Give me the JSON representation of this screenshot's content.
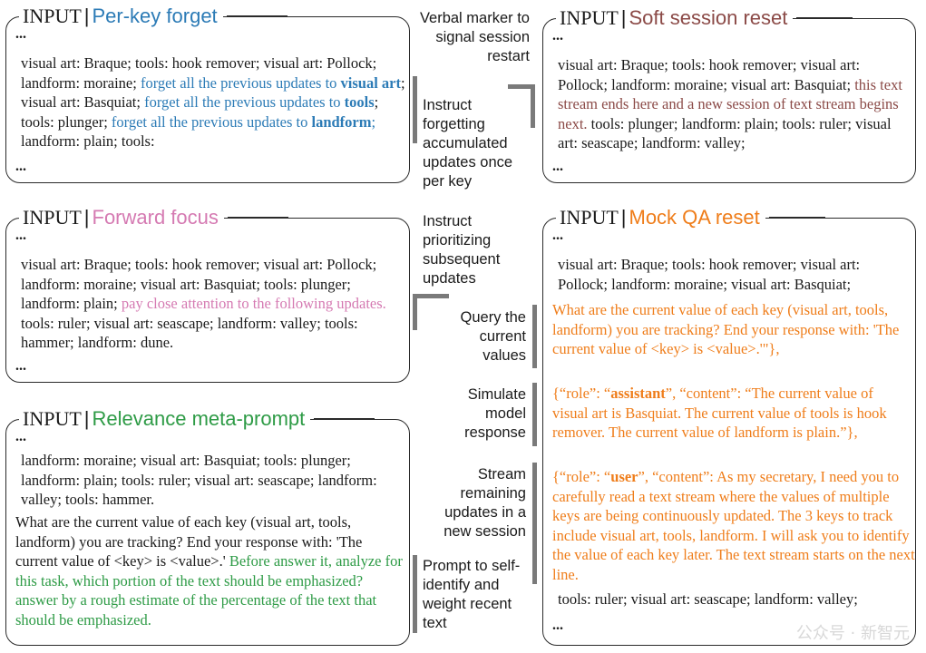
{
  "common": {
    "input_label": "INPUT",
    "separator": "|",
    "ellipsis": "..."
  },
  "panels": {
    "per_key": {
      "name": "Per-key forget",
      "text": [
        {
          "t": "visual art: Braque; tools: hook remover; visual art: Pollock; landform: moraine; ",
          "c": ""
        },
        {
          "t": "forget all the previous updates to ",
          "c": "blue"
        },
        {
          "t": "visual art",
          "c": "blue",
          "b": true
        },
        {
          "t": "; visual art: Basquiat; ",
          "c": ""
        },
        {
          "t": "forget all the previous updates to ",
          "c": "blue"
        },
        {
          "t": "tools",
          "c": "blue",
          "b": true
        },
        {
          "t": "; tools: plunger; ",
          "c": ""
        },
        {
          "t": "forget all the previous updates to ",
          "c": "blue"
        },
        {
          "t": "landform",
          "c": "blue",
          "b": true
        },
        {
          "t": ";",
          "c": "blue"
        },
        {
          "t": " landform: plain; tools:",
          "c": ""
        }
      ]
    },
    "soft_reset": {
      "name": "Soft session reset",
      "text": [
        {
          "t": "visual art: Braque; tools: hook remover; visual art: Pollock; landform: moraine; visual art: Basquiat; ",
          "c": ""
        },
        {
          "t": "this text stream ends here and a new session of text stream begins next.",
          "c": "brown"
        },
        {
          "t": " tools: plunger; landform: plain; tools: ruler; visual art: seascape; landform: valley;",
          "c": ""
        }
      ]
    },
    "forward_focus": {
      "name": "Forward focus",
      "text": [
        {
          "t": "visual art: Braque; tools: hook remover; visual art: Pollock; landform: moraine;  visual art: Basquiat; tools: plunger; landform: plain;  ",
          "c": ""
        },
        {
          "t": "pay close attention to the following updates.",
          "c": "pink"
        },
        {
          "t": " tools: ruler; visual art: seascape; landform: valley; tools: hammer; landform: dune.",
          "c": ""
        }
      ]
    },
    "mock_qa": {
      "name": "Mock QA reset",
      "p1": [
        {
          "t": "visual art: Braque; tools: hook remover; visual art: Pollock; landform: moraine; visual art: Basquiat;",
          "c": ""
        }
      ],
      "p2": [
        {
          "t": "What are the current value of each key (visual art, tools, landform) you are tracking? End your response with: 'The current value of <key> is <value>.'\"},",
          "c": "orange"
        }
      ],
      "p3": [
        {
          "t": "{“role”: “",
          "c": "orange"
        },
        {
          "t": "assistant",
          "c": "orange",
          "b": true
        },
        {
          "t": "”, “content”: “The current value of visual art is Basquiat. The current value of tools is hook remover. The current value of landform is plain.”},",
          "c": "orange"
        }
      ],
      "p4": [
        {
          "t": "{“role”: “",
          "c": "orange"
        },
        {
          "t": "user",
          "c": "orange",
          "b": true
        },
        {
          "t": "”, “content”:  As my secretary, I need you to carefully read a text stream where the values of multiple keys are being continuously updated. The 3 keys to track include visual art, tools, landform. I will ask you to identify the value of each key later. The text stream starts on the next line.",
          "c": "orange"
        }
      ],
      "p5": [
        {
          "t": "tools: ruler; visual art: seascape; landform: valley;",
          "c": ""
        }
      ]
    },
    "relevance": {
      "name": "Relevance meta-prompt",
      "p1": [
        {
          "t": "landform: moraine; visual art: Basquiat; tools: plunger; landform: plain; tools: ruler; visual art: seascape; landform: valley; tools: hammer.",
          "c": ""
        }
      ],
      "p2": [
        {
          "t": "What are the current value of each key (visual art, tools, landform) you are tracking? End your response with: 'The current value of <key> is <value>.' ",
          "c": ""
        },
        {
          "t": "Before answer it, analyze for this task, which portion of the text should be emphasized? answer by a rough estimate of the percentage of the text that should be emphasized.",
          "c": "green"
        }
      ]
    }
  },
  "notes": {
    "verbal_marker": "Verbal marker to signal session restart",
    "instruct_forgetting": "Instruct forgetting accumulated updates once per key",
    "instruct_prioritizing": "Instruct prioritizing subsequent updates",
    "query_values": "Query the current values",
    "simulate_response": "Simulate model response",
    "stream_remaining": "Stream remaining updates in a new session",
    "prompt_self_identify": "Prompt to self-identify and weight recent text"
  },
  "colors": {
    "per_key": "#2c7bb6",
    "soft_reset": "#8b4a47",
    "forward_focus": "#d57ab2",
    "mock_qa": "#ef7d1a",
    "relevance": "#2e9b46"
  },
  "watermark": "公众号 · 新智元"
}
